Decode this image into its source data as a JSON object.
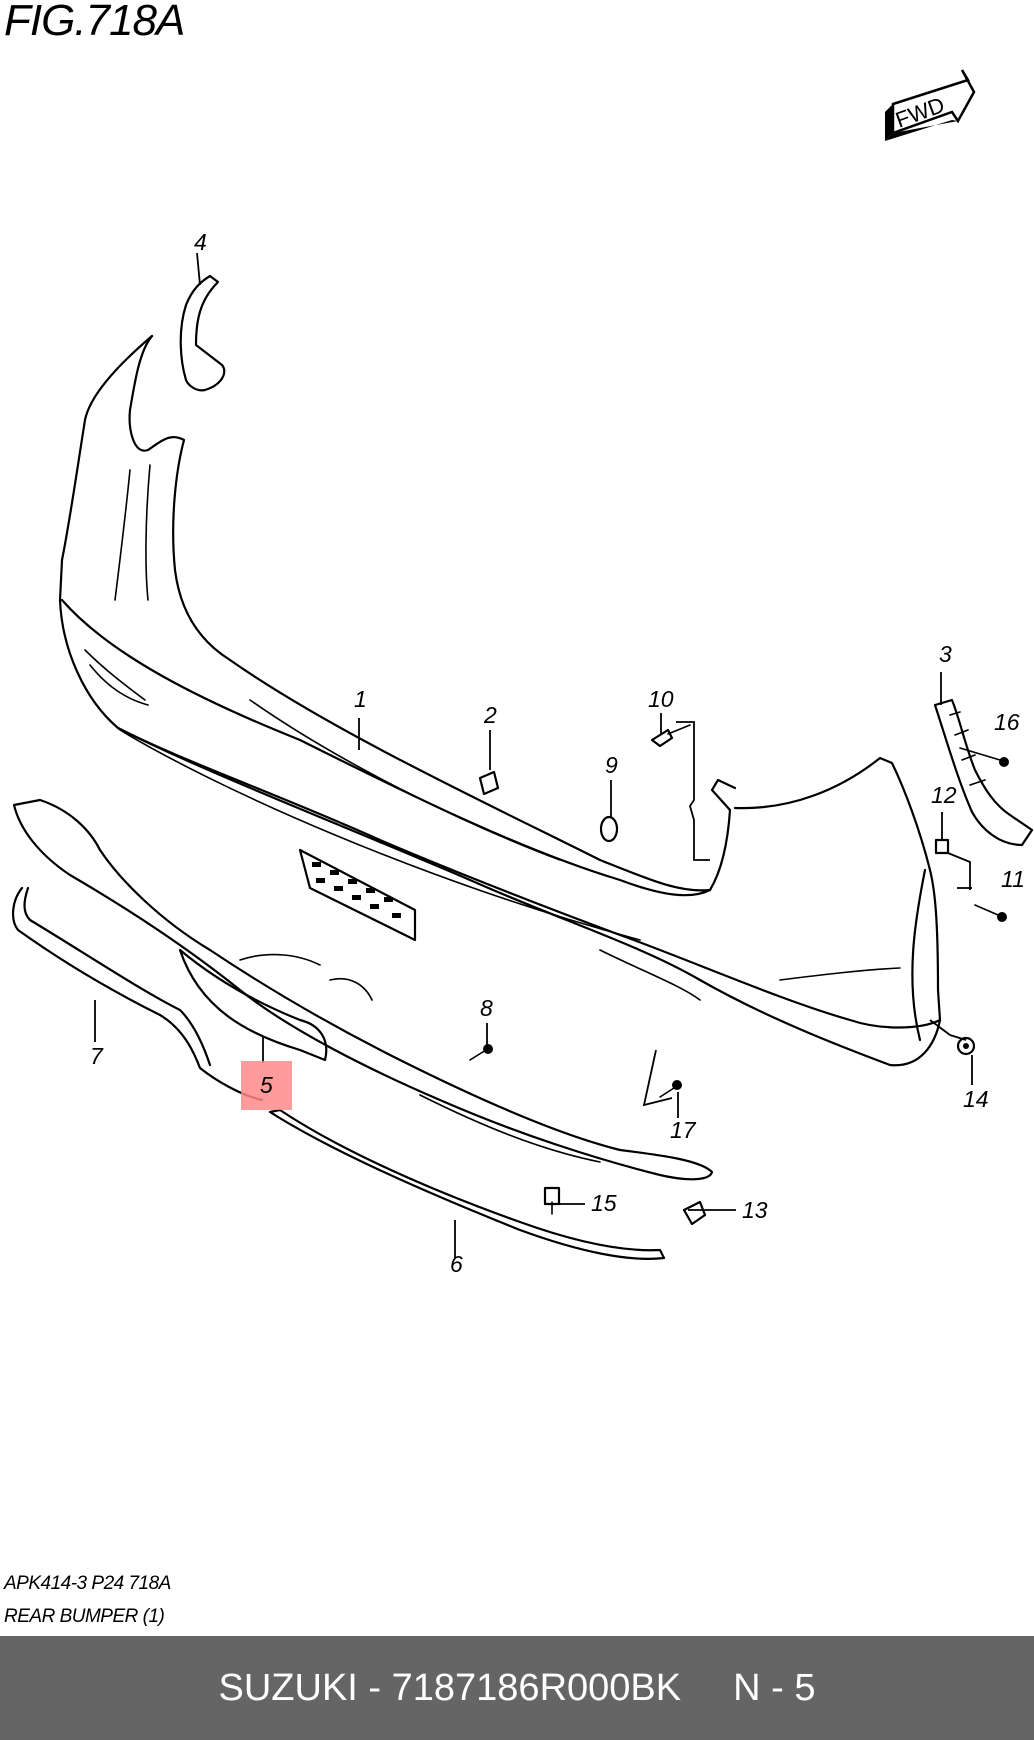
{
  "figure": {
    "title": "FIG.718A",
    "code": "APK414-3 P24 718A",
    "name": "REAR BUMPER (1)",
    "fwd_label": "FWD"
  },
  "callouts": [
    "1",
    "2",
    "3",
    "4",
    "5",
    "6",
    "7",
    "8",
    "9",
    "10",
    "11",
    "12",
    "13",
    "14",
    "15",
    "16",
    "17"
  ],
  "highlight": {
    "callout": "5",
    "color": "#ff8a8a"
  },
  "footer": {
    "part_text": "SUZUKI - 7187186R000BK",
    "ref_text": "N - 5",
    "background": "#656565"
  }
}
